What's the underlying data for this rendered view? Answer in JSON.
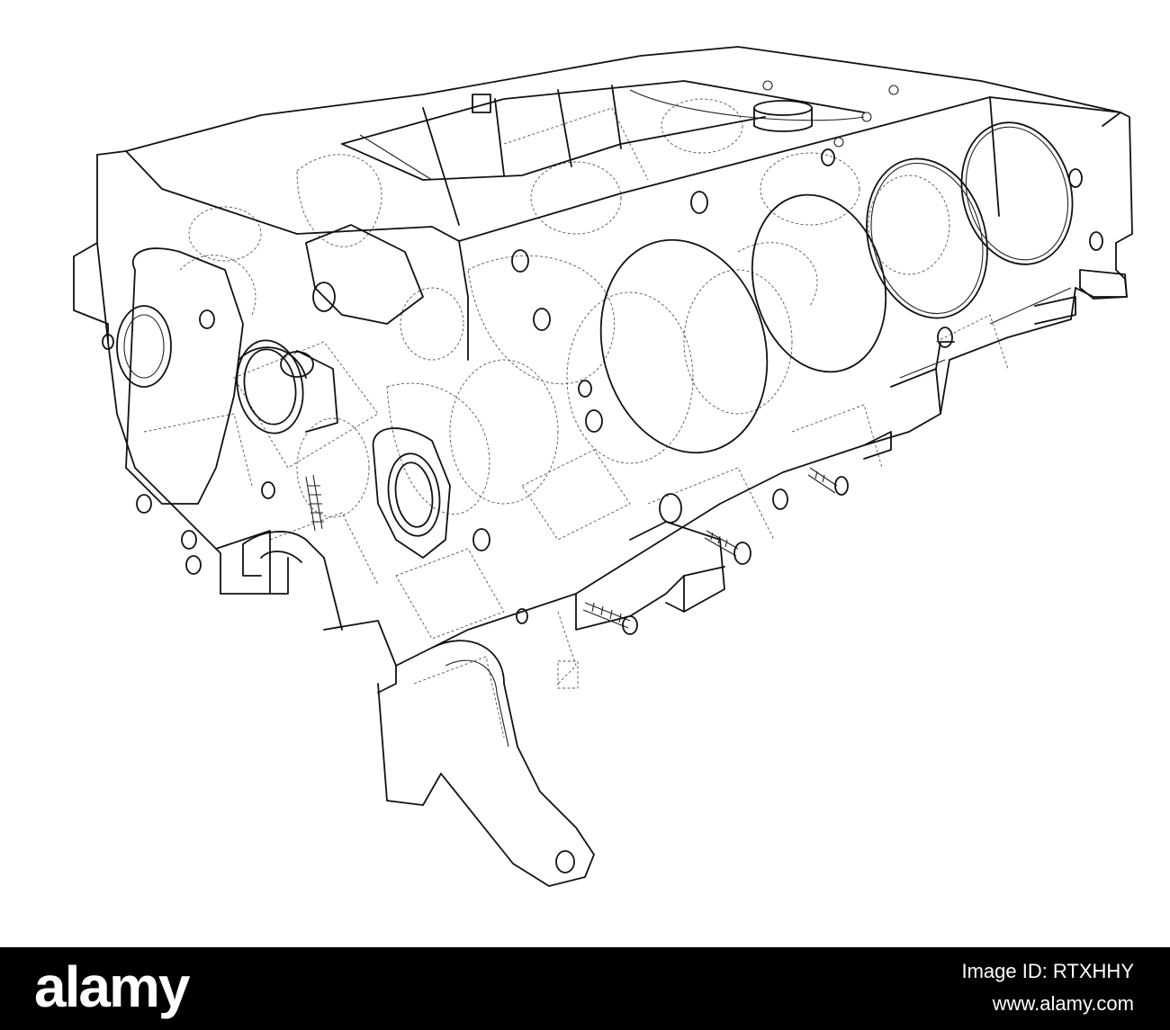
{
  "watermark": {
    "brand": "alamy",
    "image_id": "Image ID: RTXHHY",
    "url": "www.alamy.com"
  },
  "colors": {
    "background": "#ffffff",
    "line": "#111111",
    "banner": "#000000",
    "banner_text": "#ffffff"
  }
}
